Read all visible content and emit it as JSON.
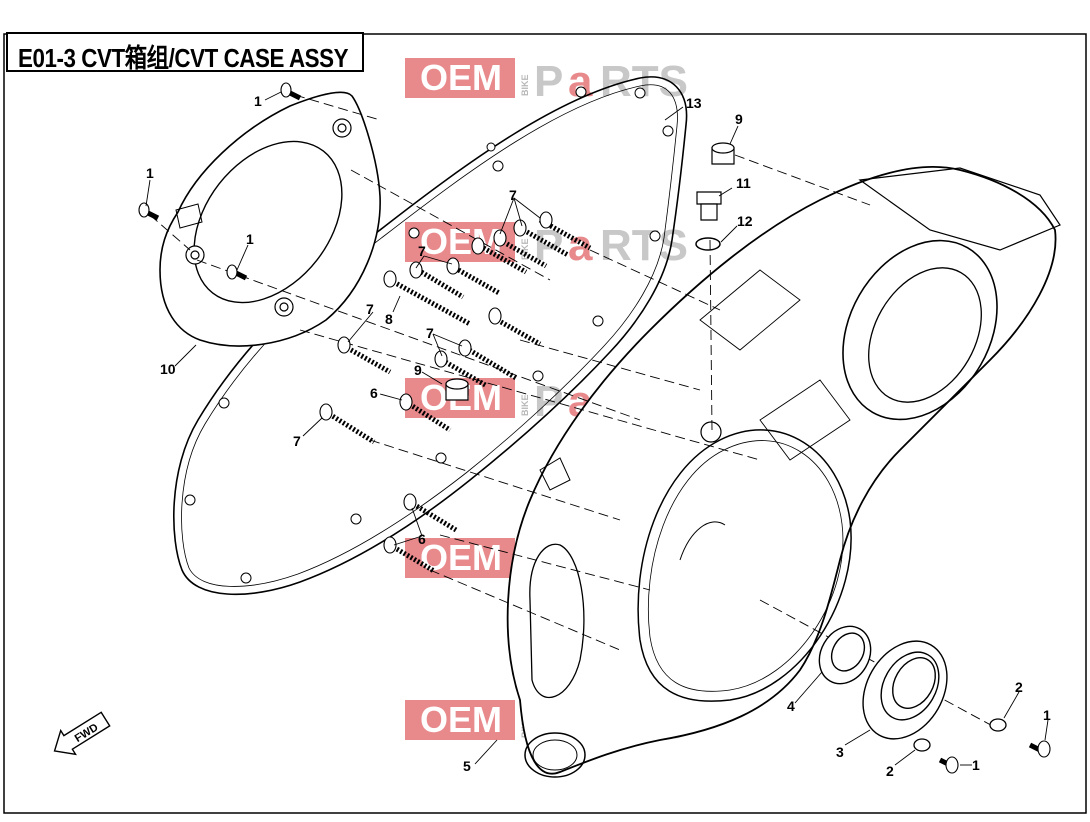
{
  "title": "E01-3 CVT箱组/CVT CASE ASSY",
  "watermark": {
    "oem": "OEM",
    "bike": "BIKE",
    "parts_p": "P",
    "parts_a": "a",
    "parts_rest": "RTS",
    "red": "#e8898c",
    "gray": "#c8c8c8"
  },
  "direction_arrow": "FWD",
  "callouts": [
    "1",
    "1",
    "1",
    "1",
    "1",
    "1",
    "2",
    "2",
    "3",
    "4",
    "5",
    "6",
    "6",
    "7",
    "7",
    "7",
    "7",
    "7",
    "7",
    "8",
    "9",
    "9",
    "10",
    "11",
    "12",
    "13"
  ]
}
